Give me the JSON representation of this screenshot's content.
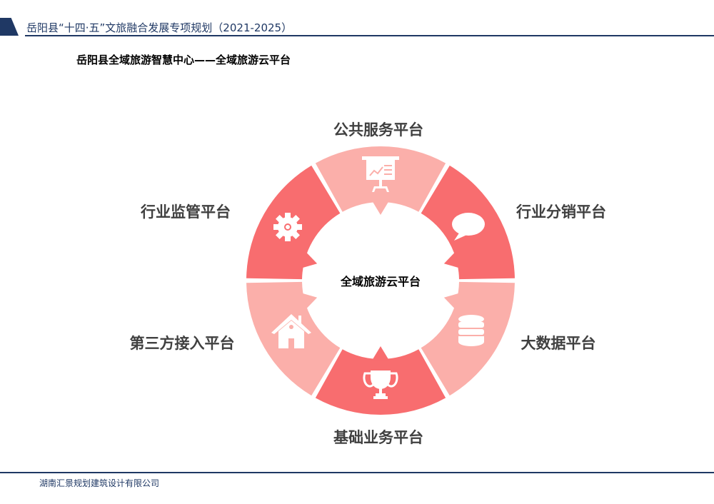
{
  "header": {
    "title": "岳阳县“十四·五”文旅融合发展专项规划（2021-2025）"
  },
  "subtitle": "岳阳县全域旅游智慧中心——全域旅游云平台",
  "diagram": {
    "center": "全域旅游云平台",
    "colors": {
      "dark": "#F86D6F",
      "light": "#FBAFAA"
    },
    "segments": [
      {
        "label": "公共服务平台",
        "icon": "presentation-chart-icon",
        "shade": "light"
      },
      {
        "label": "行业分销平台",
        "icon": "speech-bubble-icon",
        "shade": "dark"
      },
      {
        "label": "大数据平台",
        "icon": "database-icon",
        "shade": "light"
      },
      {
        "label": "基础业务平台",
        "icon": "trophy-icon",
        "shade": "dark"
      },
      {
        "label": "第三方接入平台",
        "icon": "house-icon",
        "shade": "light"
      },
      {
        "label": "行业监管平台",
        "icon": "gear-icon",
        "shade": "dark"
      }
    ]
  },
  "footer": {
    "company": "湖南汇景规划建筑设计有限公司"
  }
}
